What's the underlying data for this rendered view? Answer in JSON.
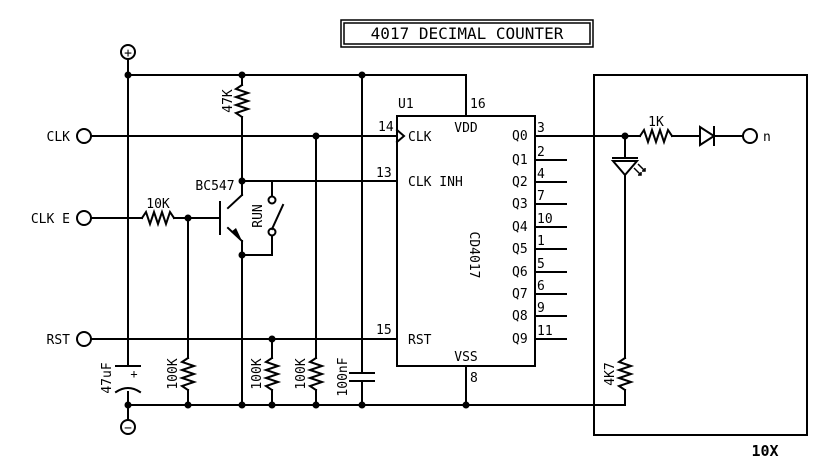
{
  "title": "4017 DECIMAL COUNTER",
  "supply": {
    "positive": "+",
    "negative": "−"
  },
  "inputs": {
    "clk": "CLK",
    "clk_e": "CLK E",
    "rst": "RST"
  },
  "transistor": "BC547",
  "switch_label": "RUN",
  "resistors": {
    "r47k": "47K",
    "r10k": "10K",
    "r100k_a": "100K",
    "r100k_b": "100K",
    "r100k_c": "100K",
    "r1k": "1K",
    "r4k7": "4K7"
  },
  "capacitors": {
    "c47uf": "47uF",
    "c47uf_polarity": "+",
    "c100nf": "100nF"
  },
  "ic": {
    "ref": "U1",
    "part": "CD4017",
    "vdd": "VDD",
    "vss": "VSS",
    "clk": "CLK",
    "clk_inh": "CLK INH",
    "rst": "RST",
    "pin_vdd": "16",
    "pin_vss": "8",
    "pin_clk": "14",
    "pin_clk_inh": "13",
    "pin_rst": "15",
    "outputs": [
      {
        "name": "Q0",
        "pin": "3"
      },
      {
        "name": "Q1",
        "pin": "2"
      },
      {
        "name": "Q2",
        "pin": "4"
      },
      {
        "name": "Q3",
        "pin": "7"
      },
      {
        "name": "Q4",
        "pin": "10"
      },
      {
        "name": "Q5",
        "pin": "1"
      },
      {
        "name": "Q6",
        "pin": "5"
      },
      {
        "name": "Q7",
        "pin": "6"
      },
      {
        "name": "Q8",
        "pin": "9"
      },
      {
        "name": "Q9",
        "pin": "11"
      }
    ]
  },
  "output_terminal": "n",
  "module_multiplier": "10X"
}
